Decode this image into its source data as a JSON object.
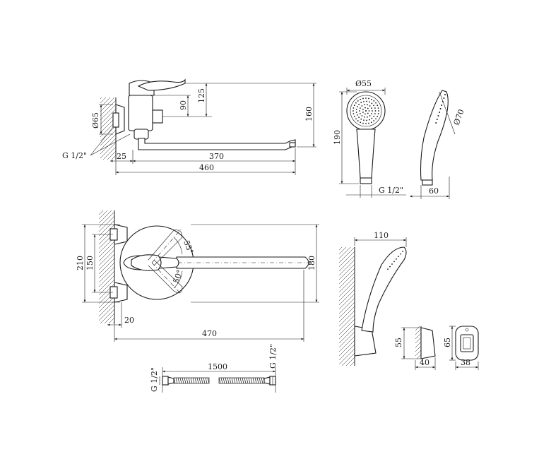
{
  "colors": {
    "line": "#1a1a1a",
    "background": "#ffffff"
  },
  "faucet_side": {
    "d_65": "Ø65",
    "h_125": "125",
    "h_90": "90",
    "h_160": "160",
    "w_25": "25",
    "w_370": "370",
    "w_460": "460",
    "thread": "G 1/2\""
  },
  "shower_head_front": {
    "diameter": "Ø55",
    "height": "190",
    "thread": "G 1/2\""
  },
  "shower_head_side": {
    "diameter": "Ø70",
    "depth": "60"
  },
  "faucet_top": {
    "h_210": "210",
    "h_150": "150",
    "h_180": "180",
    "angle_55": "55°",
    "angle_50": "50°",
    "w_20": "20",
    "w_470": "470"
  },
  "wall_holder_view": {
    "reach": "110"
  },
  "holder_side": {
    "height": "55",
    "depth": "40"
  },
  "holder_front": {
    "height": "65",
    "width": "38"
  },
  "hose": {
    "length": "1500",
    "thread_left": "G 1/2\"",
    "thread_right": "G 1/2\""
  }
}
